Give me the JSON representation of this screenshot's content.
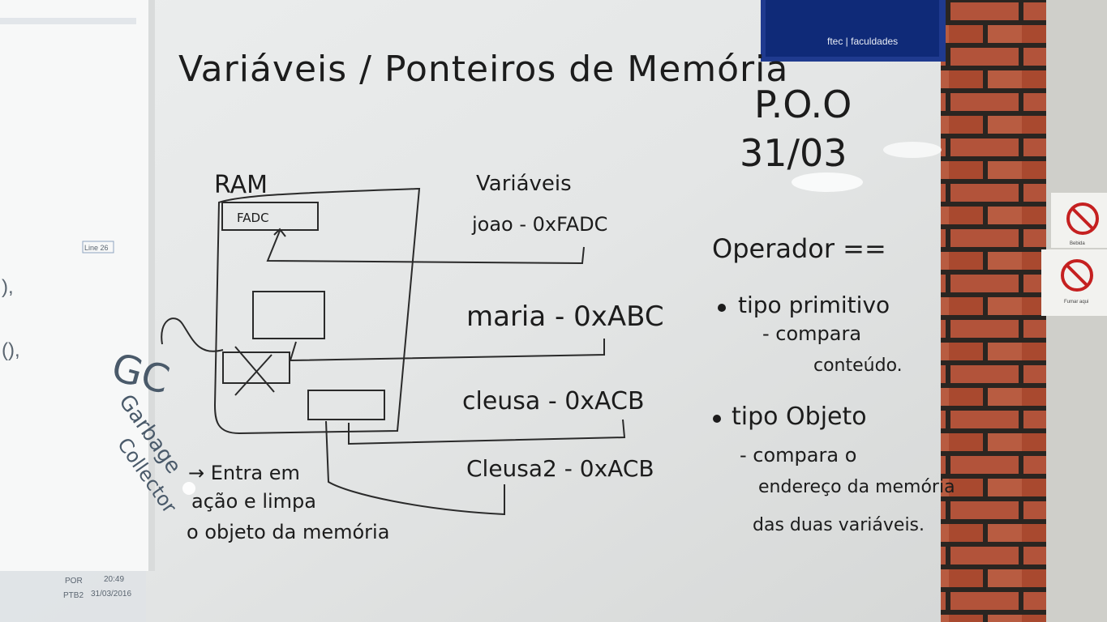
{
  "board": {
    "title": "Variáveis / Ponteiros de Memória",
    "course": "P.O.O",
    "date": "31/03"
  },
  "diagram": {
    "ram_label": "RAM",
    "box_label": "FADC",
    "vars_heading": "Variáveis",
    "vars": [
      "joao - 0xFADC",
      "maria - 0xABC",
      "cleusa - 0xACB",
      "Cleusa2 - 0xACB"
    ],
    "gc_short": "GC",
    "gc_word1": "Garbage",
    "gc_word2": "Collector",
    "gc_note": [
      "→ Entra em",
      "ação e limpa",
      "o objeto da memória"
    ]
  },
  "notes": {
    "operator": "Operador ==",
    "prim": "tipo primitivo",
    "prim_sub1": "- compara",
    "prim_sub2": "conteúdo.",
    "obj": "tipo Objeto",
    "obj_sub1": "- compara o",
    "obj_sub2": "endereço da memória",
    "obj_sub3": "das duas variáveis."
  },
  "projection": {
    "line_label": "Line 26",
    "frag1": "),",
    "frag2": "(),",
    "tray_lang1": "POR",
    "tray_lang2": "PTB2",
    "tray_time": "20:49",
    "tray_date": "31/03/2016"
  },
  "poster": {
    "brand": "ftec | faculdades"
  },
  "signs": {
    "sign1": "Bebida",
    "sign2": "Fumar aqui"
  }
}
